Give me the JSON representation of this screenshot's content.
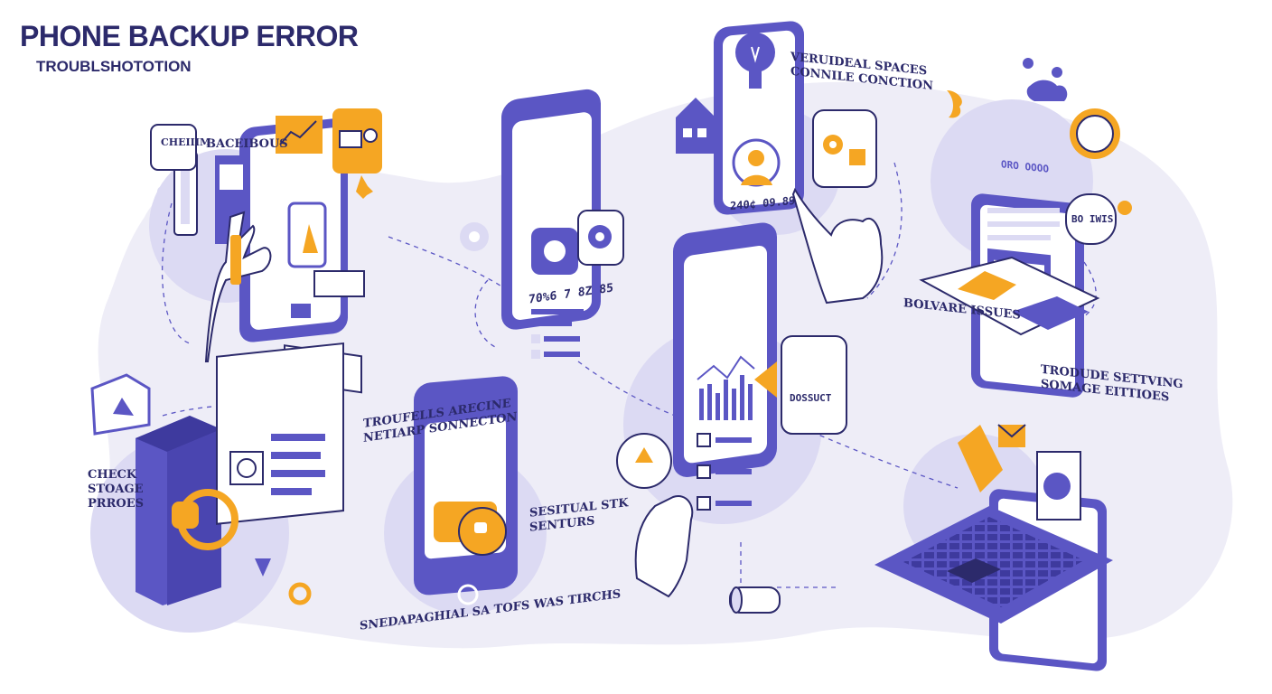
{
  "header": {
    "title": "PHONE BACKUP ERROR",
    "subtitle": "TROUBLSHOTOTION"
  },
  "labels": {
    "cheiiim": "CHEIIIM",
    "baceibous": "BACEIBOUS",
    "veruideal_1": "VERUIDEAL SPACES",
    "veruideal_2": "CONNILE CONCTION",
    "bolvare": "BOLVARE ISSUES",
    "check_1": "CHECK",
    "check_2": "STOAGE",
    "check_3": "PRROES",
    "trouble_1": "TROUFELLS ARECINE",
    "trouble_2": "NETIARP SONNECTON",
    "trodude_1": "TRODUDE SETTVING",
    "trodude_2": "SOMAGE EITTIOES",
    "sesitual_1": "SESITUAL STK",
    "sesitual_2": "SENTURS",
    "sneda": "SNEDAPAGHIAL SA TOFS WAS TIRCHS"
  },
  "screens": {
    "phone2_number": "70%6 7 8Z 85",
    "phone3_number": "240¢ 09.89",
    "tablet_banner": "ORO OOOO",
    "bubble_bo": "BO IWIS",
    "bubble_dessuct": "DOSSUCT"
  },
  "colors": {
    "primary": "#5b56c4",
    "dark": "#2c2a6b",
    "orange": "#f5a623",
    "blob": "#eeedf7",
    "light": "#dcdaf3"
  }
}
